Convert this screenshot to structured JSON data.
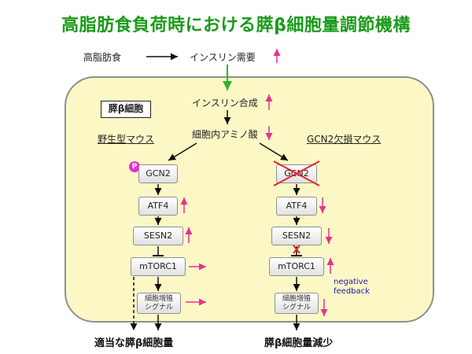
{
  "title": "高脂肪食負荷時における膵β細胞量調節機構",
  "top_flow": {
    "left": "高脂肪食",
    "right": "インスリン需要"
  },
  "panel": {
    "cell_label": "膵β細胞",
    "insulin_synthesis": "インスリン合成",
    "amino_acid": "細胞内アミノ酸",
    "wild_type": "野生型マウス",
    "knockout": "GCN2欠損マウス"
  },
  "left_column": {
    "badge": "P",
    "gcn2": "GCN2",
    "atf4": "ATF4",
    "sesn2": "SESN2",
    "mtorc1": "mTORC1",
    "signal_line1": "細胞増殖",
    "signal_line2": "シグナル"
  },
  "right_column": {
    "gcn2": "GCN2",
    "atf4": "ATF4",
    "sesn2": "SESN2",
    "mtorc1": "mTORC1",
    "signal_line1": "細胞増殖",
    "signal_line2": "シグナル"
  },
  "negative_feedback": {
    "line1": "negative",
    "line2": "feedback"
  },
  "outcomes": {
    "left": "適当な膵β細胞量",
    "right": "膵β細胞量減少"
  },
  "colors": {
    "title": "#1a9a1a",
    "accent_arrow": "#e8308e",
    "badge": "#e82fd0",
    "panel_fill": "#fcf8c6",
    "green_arrow": "#2bb52b",
    "cross": "#e3242b",
    "feedback_text": "#1a1aa8"
  }
}
